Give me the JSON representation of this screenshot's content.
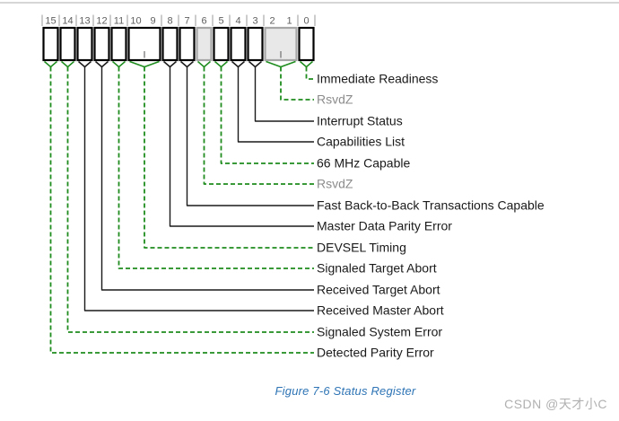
{
  "page": {
    "caption": "Figure 7-6  Status Register",
    "watermark": "CSDN @天才小C"
  },
  "colors": {
    "green_line": "#1e8c1e",
    "black_line": "#1a1a1a",
    "label_text": "#1a1a1a",
    "muted_text": "#8c8c8c",
    "bit_number_text": "#5f5f5f",
    "cell_border": "#000000",
    "cell_fill": "#ffffff",
    "reserved_fill": "#e8e8e8",
    "reserved_border": "#a6a6a6",
    "inner_tick": "#808080",
    "caption_blue": "#2e74b5",
    "watermark_gray": "#b0b0b0",
    "top_rule": "#c8c8c8",
    "tick": "#9a9a9a"
  },
  "register": {
    "name": "Status Register",
    "cells": [
      {
        "bits": "15",
        "bit_labels": [
          "15"
        ],
        "span": 1,
        "reserved": false,
        "line_style": "green-dashed",
        "field": "Detected Parity Error"
      },
      {
        "bits": "14",
        "bit_labels": [
          "14"
        ],
        "span": 1,
        "reserved": false,
        "line_style": "green-dashed",
        "field": "Signaled System Error"
      },
      {
        "bits": "13",
        "bit_labels": [
          "13"
        ],
        "span": 1,
        "reserved": false,
        "line_style": "black-solid",
        "field": "Received Master Abort"
      },
      {
        "bits": "12",
        "bit_labels": [
          "12"
        ],
        "span": 1,
        "reserved": false,
        "line_style": "black-solid",
        "field": "Received Target Abort"
      },
      {
        "bits": "11",
        "bit_labels": [
          "11"
        ],
        "span": 1,
        "reserved": false,
        "line_style": "green-dashed",
        "field": "Signaled Target Abort"
      },
      {
        "bits": "10:9",
        "bit_labels": [
          "10",
          "9"
        ],
        "span": 2,
        "reserved": false,
        "line_style": "green-dashed",
        "field": "DEVSEL Timing"
      },
      {
        "bits": "8",
        "bit_labels": [
          "8"
        ],
        "span": 1,
        "reserved": false,
        "line_style": "black-solid",
        "field": "Master Data Parity Error"
      },
      {
        "bits": "7",
        "bit_labels": [
          "7"
        ],
        "span": 1,
        "reserved": false,
        "line_style": "black-solid",
        "field": "Fast Back-to-Back Transactions Capable"
      },
      {
        "bits": "6",
        "bit_labels": [
          "6"
        ],
        "span": 1,
        "reserved": true,
        "line_style": "green-dashed",
        "field": "RsvdZ"
      },
      {
        "bits": "5",
        "bit_labels": [
          "5"
        ],
        "span": 1,
        "reserved": false,
        "line_style": "green-dashed",
        "field": "66 MHz Capable"
      },
      {
        "bits": "4",
        "bit_labels": [
          "4"
        ],
        "span": 1,
        "reserved": false,
        "line_style": "black-solid",
        "field": "Capabilities List"
      },
      {
        "bits": "3",
        "bit_labels": [
          "3"
        ],
        "span": 1,
        "reserved": false,
        "line_style": "black-solid",
        "field": "Interrupt Status"
      },
      {
        "bits": "2:1",
        "bit_labels": [
          "2",
          "1"
        ],
        "span": 2,
        "reserved": true,
        "line_style": "green-dashed",
        "field": "RsvdZ"
      },
      {
        "bits": "0",
        "bit_labels": [
          "0"
        ],
        "span": 1,
        "reserved": false,
        "line_style": "green-dashed",
        "field": "Immediate Readiness"
      }
    ]
  }
}
